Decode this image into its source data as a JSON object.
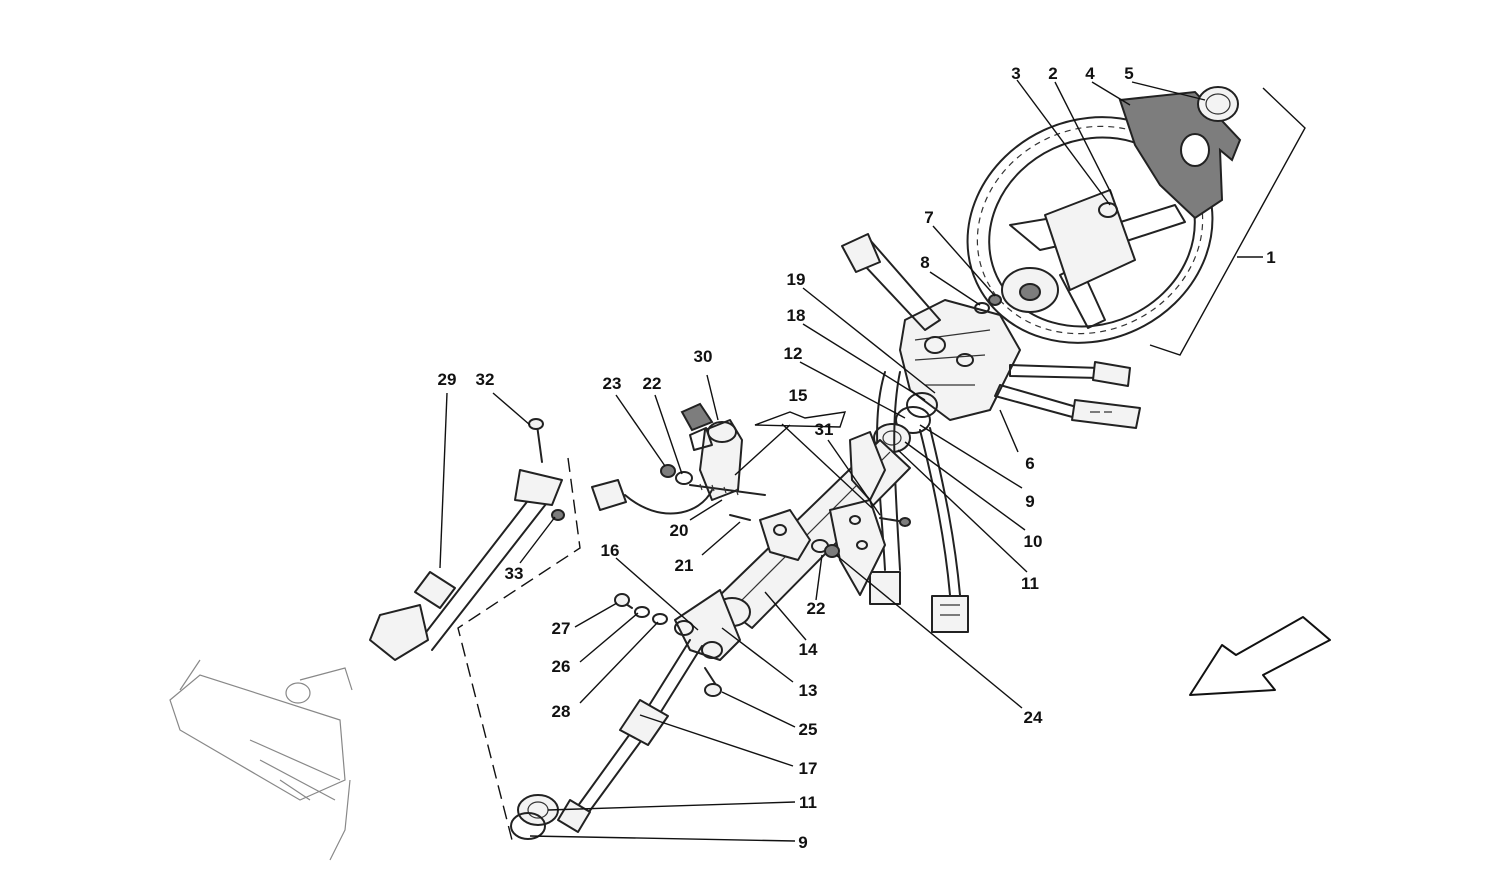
{
  "callouts": {
    "c1": "1",
    "c2": "2",
    "c3": "3",
    "c4": "4",
    "c5": "5",
    "c6": "6",
    "c7": "7",
    "c8": "8",
    "c9a": "9",
    "c9b": "9",
    "c10": "10",
    "c11a": "11",
    "c11b": "11",
    "c12": "12",
    "c13": "13",
    "c14": "14",
    "c15": "15",
    "c16": "16",
    "c17": "17",
    "c18": "18",
    "c19": "19",
    "c20": "20",
    "c21": "21",
    "c22a": "22",
    "c22b": "22",
    "c23": "23",
    "c24": "24",
    "c25": "25",
    "c26": "26",
    "c27": "27",
    "c28": "28",
    "c29": "29",
    "c30": "30",
    "c31": "31",
    "c32": "32",
    "c33": "33"
  }
}
